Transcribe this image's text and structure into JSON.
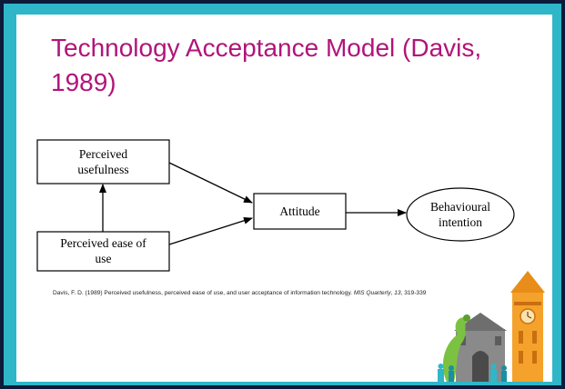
{
  "slide": {
    "title": "Technology Acceptance Model (Davis, 1989)",
    "colors": {
      "title": "#b0157a",
      "border": "#2fb6c8",
      "frame": "#0d1a3a",
      "clock_tower": "#f4a22b",
      "green_figure": "#7cc242"
    }
  },
  "diagram": {
    "nodes": {
      "perceived_usefulness": {
        "line1": "Perceived",
        "line2": "usefulness"
      },
      "perceived_ease": {
        "line1": "Perceived ease of",
        "line2": "use"
      },
      "attitude": {
        "label": "Attitude"
      },
      "behavioural_intention": {
        "line1": "Behavioural",
        "line2": "intention"
      }
    },
    "edges": [
      {
        "from": "perceived_ease",
        "to": "perceived_usefulness"
      },
      {
        "from": "perceived_usefulness",
        "to": "attitude"
      },
      {
        "from": "perceived_ease",
        "to": "attitude"
      },
      {
        "from": "attitude",
        "to": "behavioural_intention"
      }
    ]
  },
  "citation": {
    "before": "Davis, F. D. (1989) Perceived usefulness, perceived ease of use, and user acceptance of information technology. ",
    "journal": "MIS Quarterly",
    "sep": ", ",
    "volume": "13",
    "pages": ", 319-339"
  }
}
